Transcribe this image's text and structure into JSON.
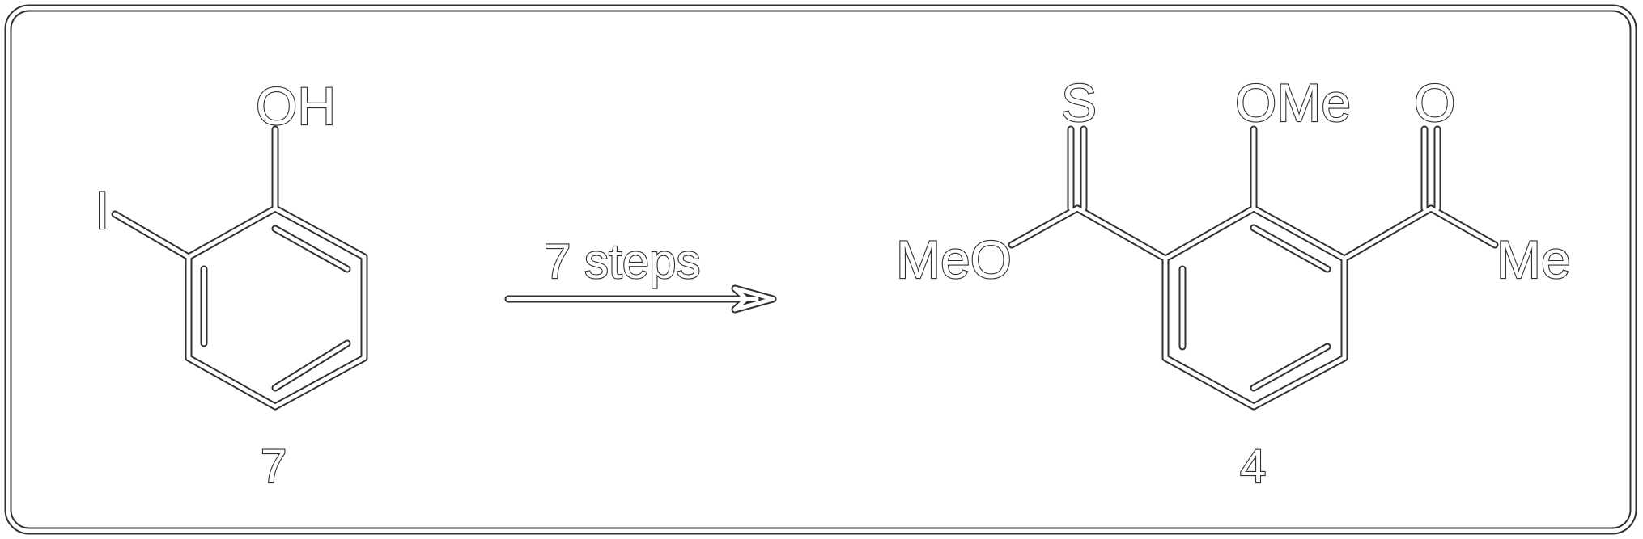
{
  "reactant": {
    "atoms": {
      "hydroxyl": "OH",
      "iodo": "I"
    },
    "compound_number": "7"
  },
  "arrow": {
    "conditions": "7 steps"
  },
  "product": {
    "atoms": {
      "thiocarbonyl_sulfur": "S",
      "ester_oxygen": "MeO",
      "methoxy": "OMe",
      "ketone_oxygen": "O",
      "methyl": "Me"
    },
    "compound_number": "4"
  }
}
